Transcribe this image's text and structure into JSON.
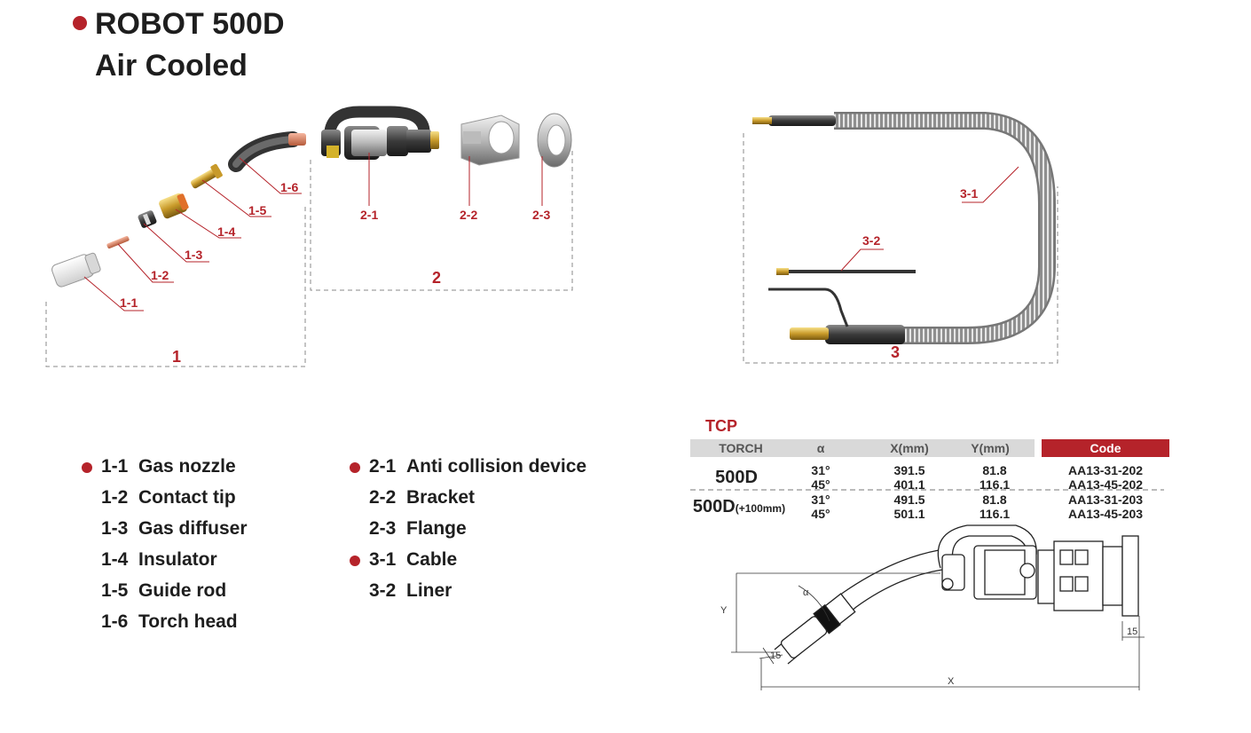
{
  "title": "ROBOT 500D",
  "subtitle": "Air Cooled",
  "callouts": {
    "c1_1": "1-1",
    "c1_2": "1-2",
    "c1_3": "1-3",
    "c1_4": "1-4",
    "c1_5": "1-5",
    "c1_6": "1-6",
    "c2_1": "2-1",
    "c2_2": "2-2",
    "c2_3": "2-3",
    "c3_1": "3-1",
    "c3_2": "3-2",
    "g1": "1",
    "g2": "2",
    "g3": "3"
  },
  "legend_left": [
    {
      "code": "1-1",
      "label": "Gas nozzle"
    },
    {
      "code": "1-2",
      "label": "Contact tip"
    },
    {
      "code": "1-3",
      "label": "Gas diffuser"
    },
    {
      "code": "1-4",
      "label": "Insulator"
    },
    {
      "code": "1-5",
      "label": "Guide rod"
    },
    {
      "code": "1-6",
      "label": "Torch head"
    }
  ],
  "legend_right": [
    {
      "code": "2-1",
      "label": "Anti collision device"
    },
    {
      "code": "2-2",
      "label": "Bracket"
    },
    {
      "code": "2-3",
      "label": "Flange"
    },
    {
      "code": "3-1",
      "label": "Cable"
    },
    {
      "code": "3-2",
      "label": "Liner"
    }
  ],
  "tcp": {
    "title": "TCP",
    "headers": {
      "torch": "TORCH",
      "alpha": "α",
      "x": "X(mm)",
      "y": "Y(mm)",
      "code": "Code"
    },
    "rows": [
      {
        "torch": "500D",
        "torch_suffix": "",
        "alpha": [
          "31°",
          "45°"
        ],
        "x": [
          "391.5",
          "401.1"
        ],
        "y": [
          "81.8",
          "116.1"
        ],
        "code": [
          "AA13-31-202",
          "AA13-45-202"
        ]
      },
      {
        "torch": "500D",
        "torch_suffix": "(+100mm)",
        "alpha": [
          "31°",
          "45°"
        ],
        "x": [
          "491.5",
          "501.1"
        ],
        "y": [
          "81.8",
          "116.1"
        ],
        "code": [
          "AA13-31-203",
          "AA13-45-203"
        ]
      }
    ]
  },
  "drawing_labels": {
    "y": "Y",
    "x": "X",
    "alpha": "α",
    "dim15a": "15",
    "dim15b": "15"
  },
  "colors": {
    "accent": "#b5232a",
    "header_bg": "#d9d9d9"
  }
}
